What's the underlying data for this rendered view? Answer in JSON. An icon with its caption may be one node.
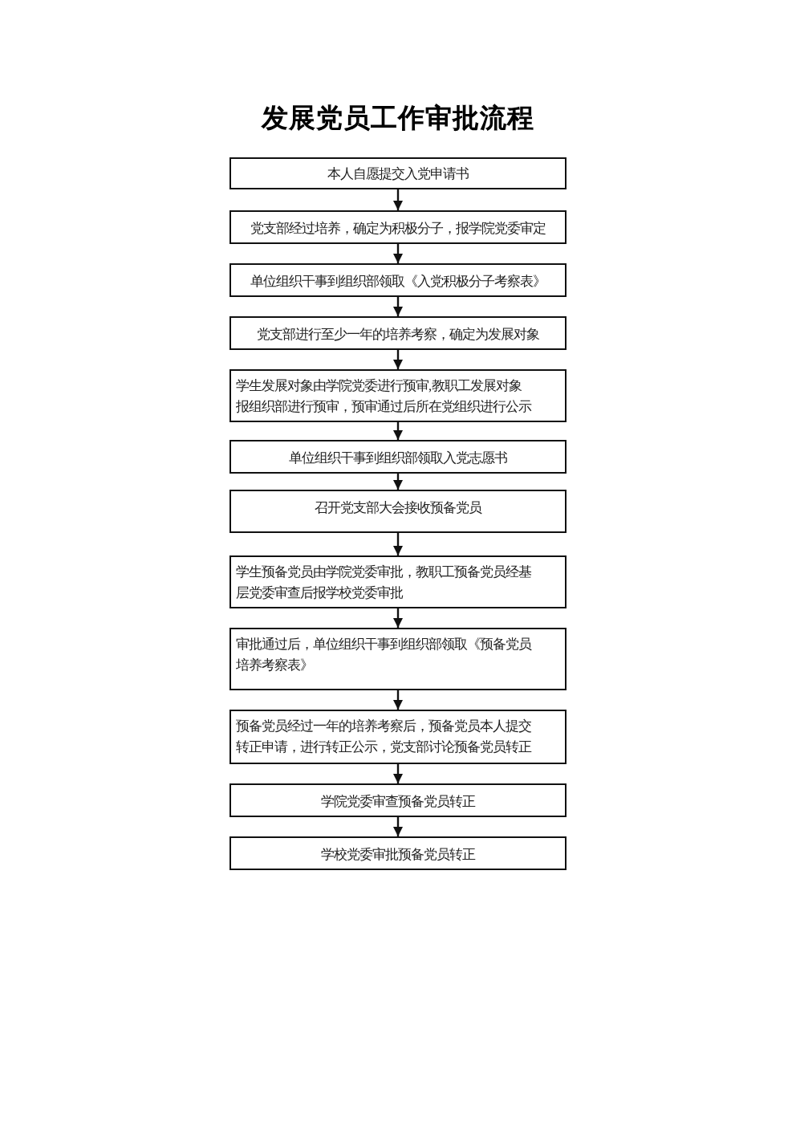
{
  "diagram": {
    "title": "发展党员工作审批流程",
    "nodes": [
      {
        "text": [
          "本人自愿提交入党申请书"
        ]
      },
      {
        "text": [
          "党支部经过培养，确定为积极分子，报学院党委审定"
        ]
      },
      {
        "text": [
          "单位组织干事到组织部领取《入党积极分子考察表》"
        ]
      },
      {
        "text": [
          "党支部进行至少一年的培养考察，确定为发展对象"
        ]
      },
      {
        "text": [
          "学生发展对象由学院党委进行预审,教职工发展对象报组织部进行预审，预审通过后所在党组织进行公示"
        ]
      },
      {
        "text": [
          "单位组织干事到组织部领取入党志愿书"
        ]
      },
      {
        "text": [
          "召开党支部大会接收预备党员"
        ]
      },
      {
        "text": [
          "学生预备党员由学院党委审批，教职工预备党员经基层党委审查后报学校党委审批"
        ]
      },
      {
        "text": [
          "审批通过后，单位组织干事到组织部领取《预备党员培养考察表》"
        ]
      },
      {
        "text": [
          "预备党员经过一年的培养考察后，预备党员本人提交转正申请，进行转正公示，党支部讨论预备党员转正"
        ]
      },
      {
        "text": [
          "学院党委审查预备党员转正"
        ]
      },
      {
        "text": [
          "学校党委审批预备党员转正"
        ]
      }
    ],
    "edges": [
      {
        "from": 0,
        "to": 1,
        "arrow": "to"
      },
      {
        "from": 1,
        "to": 2,
        "arrow": "to"
      },
      {
        "from": 2,
        "to": 3,
        "arrow": "to"
      },
      {
        "from": 3,
        "to": 4,
        "arrow": "to"
      },
      {
        "from": 4,
        "to": 5,
        "arrow": "to"
      },
      {
        "from": 5,
        "to": 6,
        "arrow": "to"
      },
      {
        "from": 6,
        "to": 7,
        "arrow": "to"
      },
      {
        "from": 7,
        "to": 8,
        "arrow": "to"
      },
      {
        "from": 8,
        "to": 9,
        "arrow": "to"
      },
      {
        "from": 9,
        "to": 10,
        "arrow": "to"
      },
      {
        "from": 10,
        "to": 11,
        "arrow": "to"
      }
    ]
  }
}
